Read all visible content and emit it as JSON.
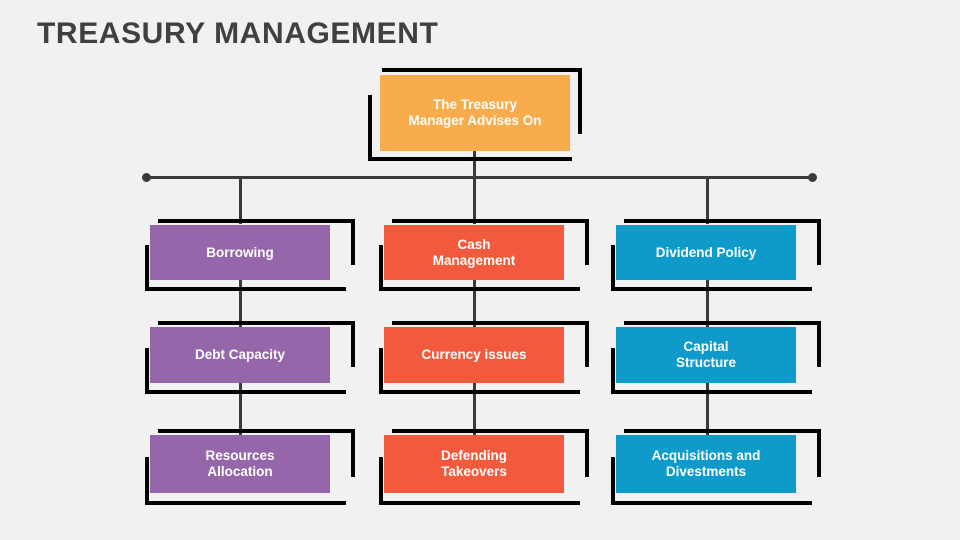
{
  "page": {
    "title": "TREASURY MANAGEMENT",
    "background_color": "#f1f1f1",
    "title_color": "#404040"
  },
  "diagram": {
    "type": "org-hierarchy",
    "connector_color": "#3a3a3a",
    "root": {
      "label": "The Treasury Manager Advises On",
      "line1": "The Treasury",
      "line2": "Manager Advises On",
      "fill": "#f8ac4b",
      "accent": "#e8912a"
    },
    "columns": [
      {
        "name": "borrowing-column",
        "fill": "#9566aa",
        "accent": "#6b3f80",
        "nodes": [
          {
            "label": "Borrowing",
            "line1": "Borrowing",
            "line2": ""
          },
          {
            "label": "Debt Capacity",
            "line1": "Debt Capacity",
            "line2": ""
          },
          {
            "label": "Resources Allocation",
            "line1": "Resources",
            "line2": "Allocation"
          }
        ]
      },
      {
        "name": "cash-management-column",
        "fill": "#f15a3c",
        "accent": "#cc3311",
        "nodes": [
          {
            "label": "Cash Management",
            "line1": "Cash",
            "line2": "Management"
          },
          {
            "label": "Currency issues",
            "line1": "Currency issues",
            "line2": ""
          },
          {
            "label": "Defending Takeovers",
            "line1": "Defending",
            "line2": "Takeovers"
          }
        ]
      },
      {
        "name": "dividend-policy-column",
        "fill": "#0e9bca",
        "accent": "#116580",
        "nodes": [
          {
            "label": "Dividend Policy",
            "line1": "Dividend Policy",
            "line2": ""
          },
          {
            "label": "Capital Structure",
            "line1": "Capital",
            "line2": "Structure"
          },
          {
            "label": "Acquisitions and Divestments",
            "line1": "Acquisitions and",
            "line2": "Divestments"
          }
        ]
      }
    ]
  }
}
